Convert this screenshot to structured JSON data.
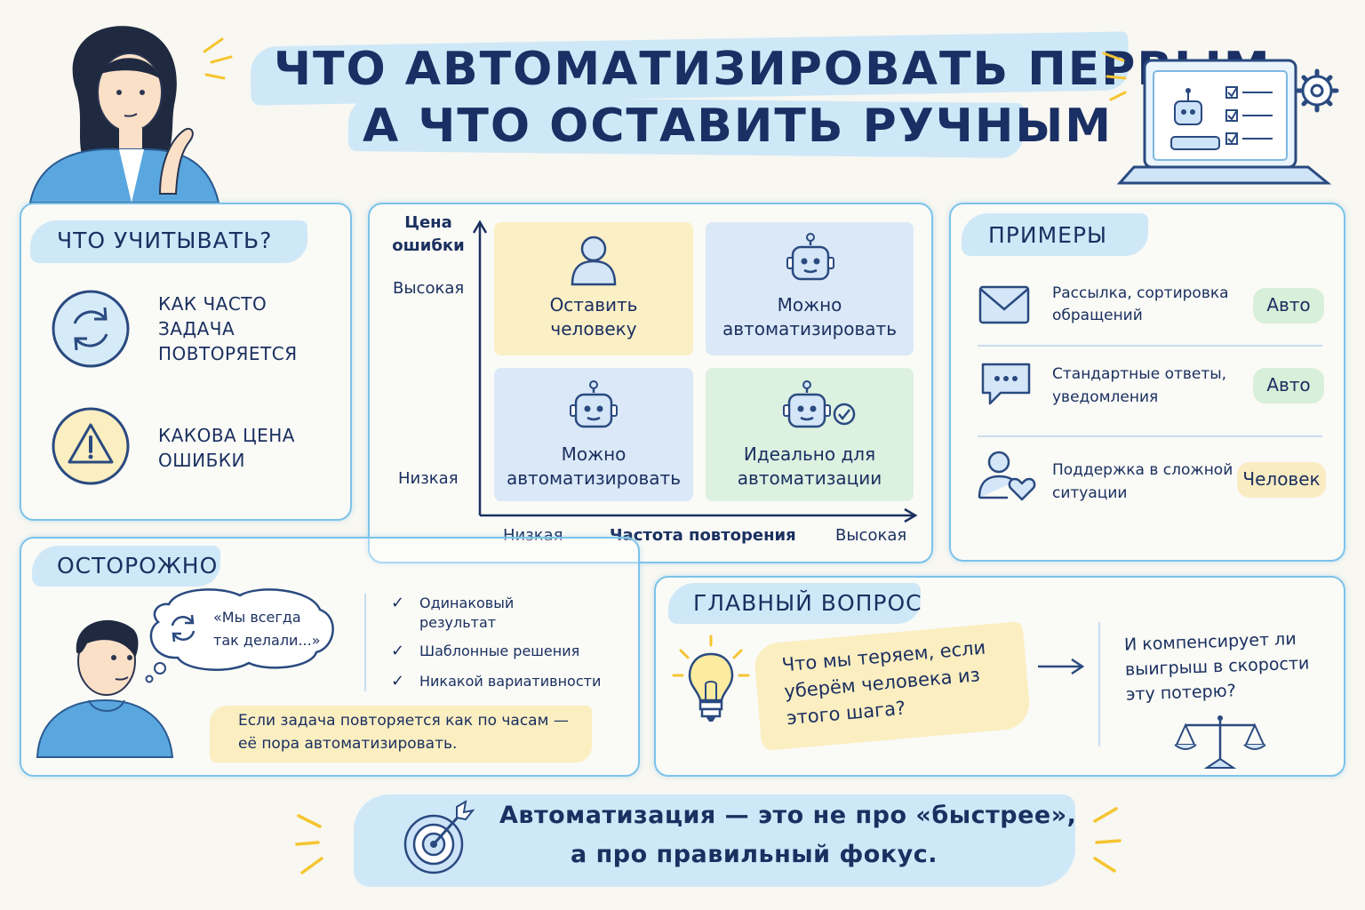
{
  "title": {
    "line1": "ЧТО АВТОМАТИЗИРОВАТЬ ПЕРВЫМ,",
    "line2": "А ЧТО ОСТАВИТЬ РУЧНЫМ"
  },
  "considerations": {
    "heading": "ЧТО УЧИТЫВАТЬ?",
    "items": [
      {
        "icon": "refresh-icon",
        "text": "КАК ЧАСТО ЗАДАЧА ПОВТОРЯЕТСЯ"
      },
      {
        "icon": "warning-icon",
        "text": "КАКОВА ЦЕНА ОШИБКИ"
      }
    ]
  },
  "matrix": {
    "y_axis_label": "Цена ошибки",
    "y_high": "Высокая",
    "y_low": "Низкая",
    "x_axis_label": "Частота повторения",
    "x_low": "Низкая",
    "x_high": "Высокая",
    "quadrants": [
      {
        "position": "top-left",
        "icon": "person-icon",
        "text": "Оставить человеку",
        "color": "#fbefc6"
      },
      {
        "position": "top-right",
        "icon": "robot-icon",
        "text": "Можно автоматизировать",
        "color": "#dbe8f7"
      },
      {
        "position": "bottom-left",
        "icon": "robot-icon",
        "text": "Можно автоматизировать",
        "color": "#dbe8f7"
      },
      {
        "position": "bottom-right",
        "icon": "robot-check-icon",
        "text": "Идеально для автоматизации",
        "color": "#dcf1e0"
      }
    ]
  },
  "examples": {
    "heading": "ПРИМЕРЫ",
    "items": [
      {
        "icon": "envelope-icon",
        "text": "Рассылка, сортировка обращений",
        "badge": "Авто",
        "badge_color": "#d8efd9"
      },
      {
        "icon": "chat-icon",
        "text": "Стандартные ответы, уведомления",
        "badge": "Авто",
        "badge_color": "#d8efd9"
      },
      {
        "icon": "person-heart-icon",
        "text": "Поддержка в сложной ситуации",
        "badge": "Человек",
        "badge_color": "#faecc2"
      }
    ]
  },
  "caution": {
    "heading": "ОСТОРОЖНО",
    "thought": "«Мы всегда так делали...»",
    "checks": [
      "Одинаковый результат",
      "Шаблонные решения",
      "Никакой вариативности"
    ],
    "note": "Если задача повторяется как по часам — её пора автоматизировать."
  },
  "main_question": {
    "heading": "ГЛАВНЫЙ ВОПРОС",
    "question": "Что мы теряем, если уберём человека из этого шага?",
    "followup": "И компенсирует ли выигрыш в скорости эту потерю?"
  },
  "footer": {
    "line1": "Автоматизация — это не про «быстрее»,",
    "line2": "а про правильный фокус."
  },
  "colors": {
    "ink": "#1b3060",
    "panel_border": "#7cc3ea",
    "highlight_blue": "#cfe8f8",
    "highlight_yellow": "#fbeec0",
    "accent_yellow": "#f5c531"
  }
}
